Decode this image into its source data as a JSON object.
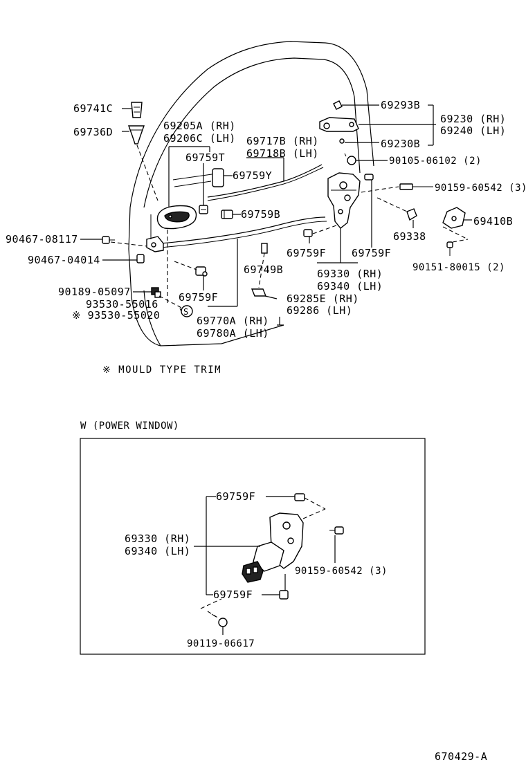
{
  "labels": {
    "p69741C": "69741C",
    "p69736D": "69736D",
    "p69205A": "69205A (RH)",
    "p69206C": "69206C (LH)",
    "p69759T": "69759T",
    "p69717B": "69717B (RH)",
    "p69718B": "69718B (LH)",
    "p69759Y": "69759Y",
    "p69759B": "69759B",
    "p90467_08117": "90467-08117",
    "p90467_04014": "90467-04014",
    "p90189_05097": "90189-05097",
    "p93530_55016": "93530-55016",
    "p93530_55020": "※ 93530-55020",
    "s_symbol": "S",
    "p69759F_a": "69759F",
    "p69770A": "69770A (RH)",
    "p69780A": "69780A (LH)",
    "p69749B": "69749B",
    "p69285E": "69285E (RH)",
    "p69286": "69286     (LH)",
    "p69759F_b": "69759F",
    "p69759F_c": "69759F",
    "p69330": "69330 (RH)",
    "p69340": "69340 (LH)",
    "p69293B": "69293B",
    "p69230": "69230 (RH)",
    "p69240": "69240 (LH)",
    "p69230B": "69230B",
    "p90105_06102": "90105-06102 (2)",
    "p90159_60542": "90159-60542 (3)",
    "p69338": "69338",
    "p69410B": "69410B",
    "p90151_80015": "90151-80015 (2)",
    "note": "※ MOULD TYPE TRIM",
    "inset_title": "W (POWER WINDOW)",
    "inset_69759F_top": "69759F",
    "inset_69330": "69330 (RH)",
    "inset_69340": "69340 (LH)",
    "inset_90159": "90159-60542 (3)",
    "inset_69759F_bot": "69759F",
    "inset_90119": "90119-06617",
    "figure_id": "670429-A"
  }
}
